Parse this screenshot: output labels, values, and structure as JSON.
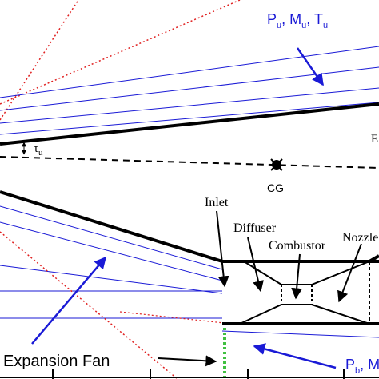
{
  "labels": {
    "upper_flow": {
      "p": "P",
      "p_sub": "u",
      "m": "M",
      "m_sub": "u",
      "t": "T",
      "t_sub": "u",
      "sep": ", "
    },
    "tau": "τ",
    "tau_sub": "u",
    "cg": "CG",
    "inlet": "Inlet",
    "diffuser": "Diffuser",
    "combustor": "Combustor",
    "nozzle": "Nozzle",
    "expansion_fan": "Expansion Fan",
    "lower_flow": {
      "p": "P",
      "p_sub": "b",
      "m": "M"
    },
    "edge_partial": "E"
  },
  "colors": {
    "flow_lines": "#1a1ad6",
    "shock_lines": "#e02020",
    "expansion_fan": "#40c040",
    "body": "#000000"
  }
}
